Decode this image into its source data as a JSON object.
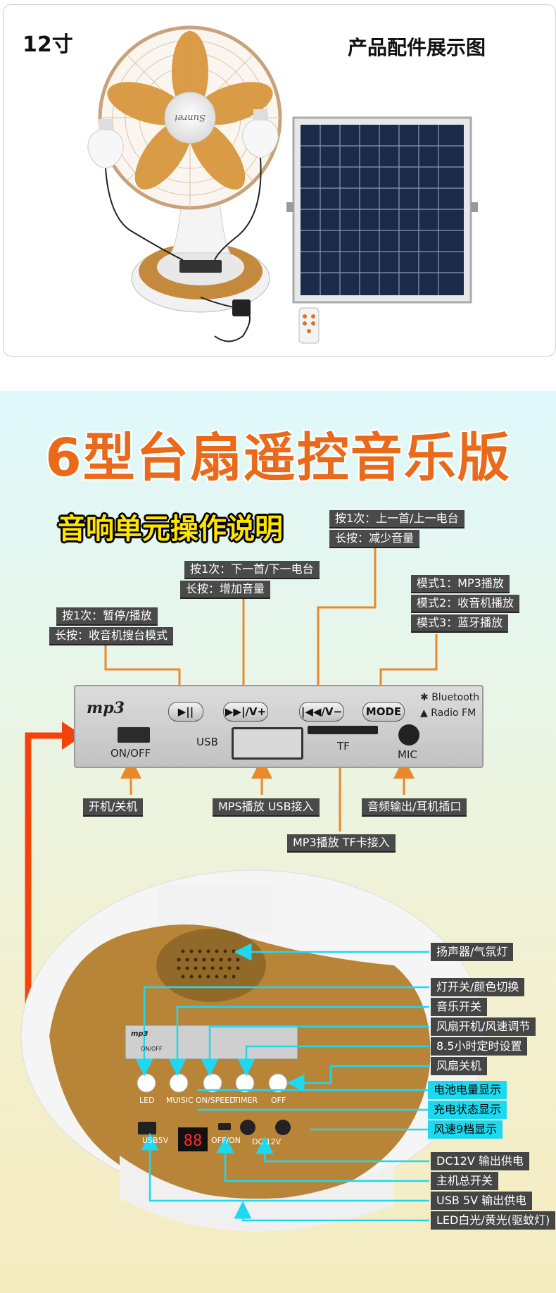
{
  "top": {
    "size_label": "12寸",
    "title": "产品配件展示图",
    "fan_brand": "Sunrei"
  },
  "manual": {
    "main_title": "6型台扇遥控音乐版",
    "sub_title": "音响单元操作说明",
    "panel_labels": {
      "prev": [
        "按1次：上一首/上一电台",
        "长按：减少音量"
      ],
      "next": [
        "按1次：下一首/下一电台",
        "长按：增加音量"
      ],
      "play": [
        "按1次：暂停/播放",
        "长按：收音机搜台模式"
      ],
      "mode": [
        "模式1：MP3播放",
        "模式2：收音机播放",
        "模式3：蓝牙播放"
      ],
      "power": "开机/关机",
      "usb": "MPS播放 USB接入",
      "tf": "MP3播放 TF卡接入",
      "mic": "音频输出/耳机插口"
    },
    "panel": {
      "logo": "mp3",
      "btn_play": "▶||",
      "btn_next": "▶▶|/V+",
      "btn_prev": "|◀◀/V−",
      "btn_mode": "MODE",
      "bluetooth": "Bluetooth",
      "radio": "Radio FM",
      "on_off": "ON/OFF",
      "usb": "USB",
      "tf": "TF",
      "mic": "MIC"
    },
    "base_labels": [
      {
        "text": "扬声器/气氛灯",
        "style": "dark"
      },
      {
        "text": "灯开关/颜色切换",
        "style": "dark"
      },
      {
        "text": "音乐开关",
        "style": "dark"
      },
      {
        "text": "风扇开机/风速调节",
        "style": "dark"
      },
      {
        "text": "8.5小时定时设置",
        "style": "dark"
      },
      {
        "text": "风扇关机",
        "style": "dark"
      },
      {
        "text": "电池电量显示",
        "style": "cyan"
      },
      {
        "text": "充电状态显示",
        "style": "cyan"
      },
      {
        "text": "风速9档显示",
        "style": "cyan"
      },
      {
        "text": "DC12V 输出供电",
        "style": "dark"
      },
      {
        "text": "主机总开关",
        "style": "dark"
      },
      {
        "text": "USB 5V 输出供电",
        "style": "dark"
      },
      {
        "text": "LED白光/黄光(驱蚊灯)",
        "style": "dark"
      }
    ],
    "base_buttons": [
      "LED",
      "MUISIC",
      "ON/SPEED",
      "TIMER",
      "OFF"
    ],
    "base_ports": {
      "usb": "USB5V",
      "switch": "OFF/ON",
      "dc": "DC 12V",
      "display": "88"
    }
  },
  "colors": {
    "title_orange": "#e86a1a",
    "subtitle_yellow": "#ffe400",
    "arrow_orange": "#e8892a",
    "callout_cyan": "#1ed8f0",
    "big_arrow_red": "#f2430c"
  }
}
